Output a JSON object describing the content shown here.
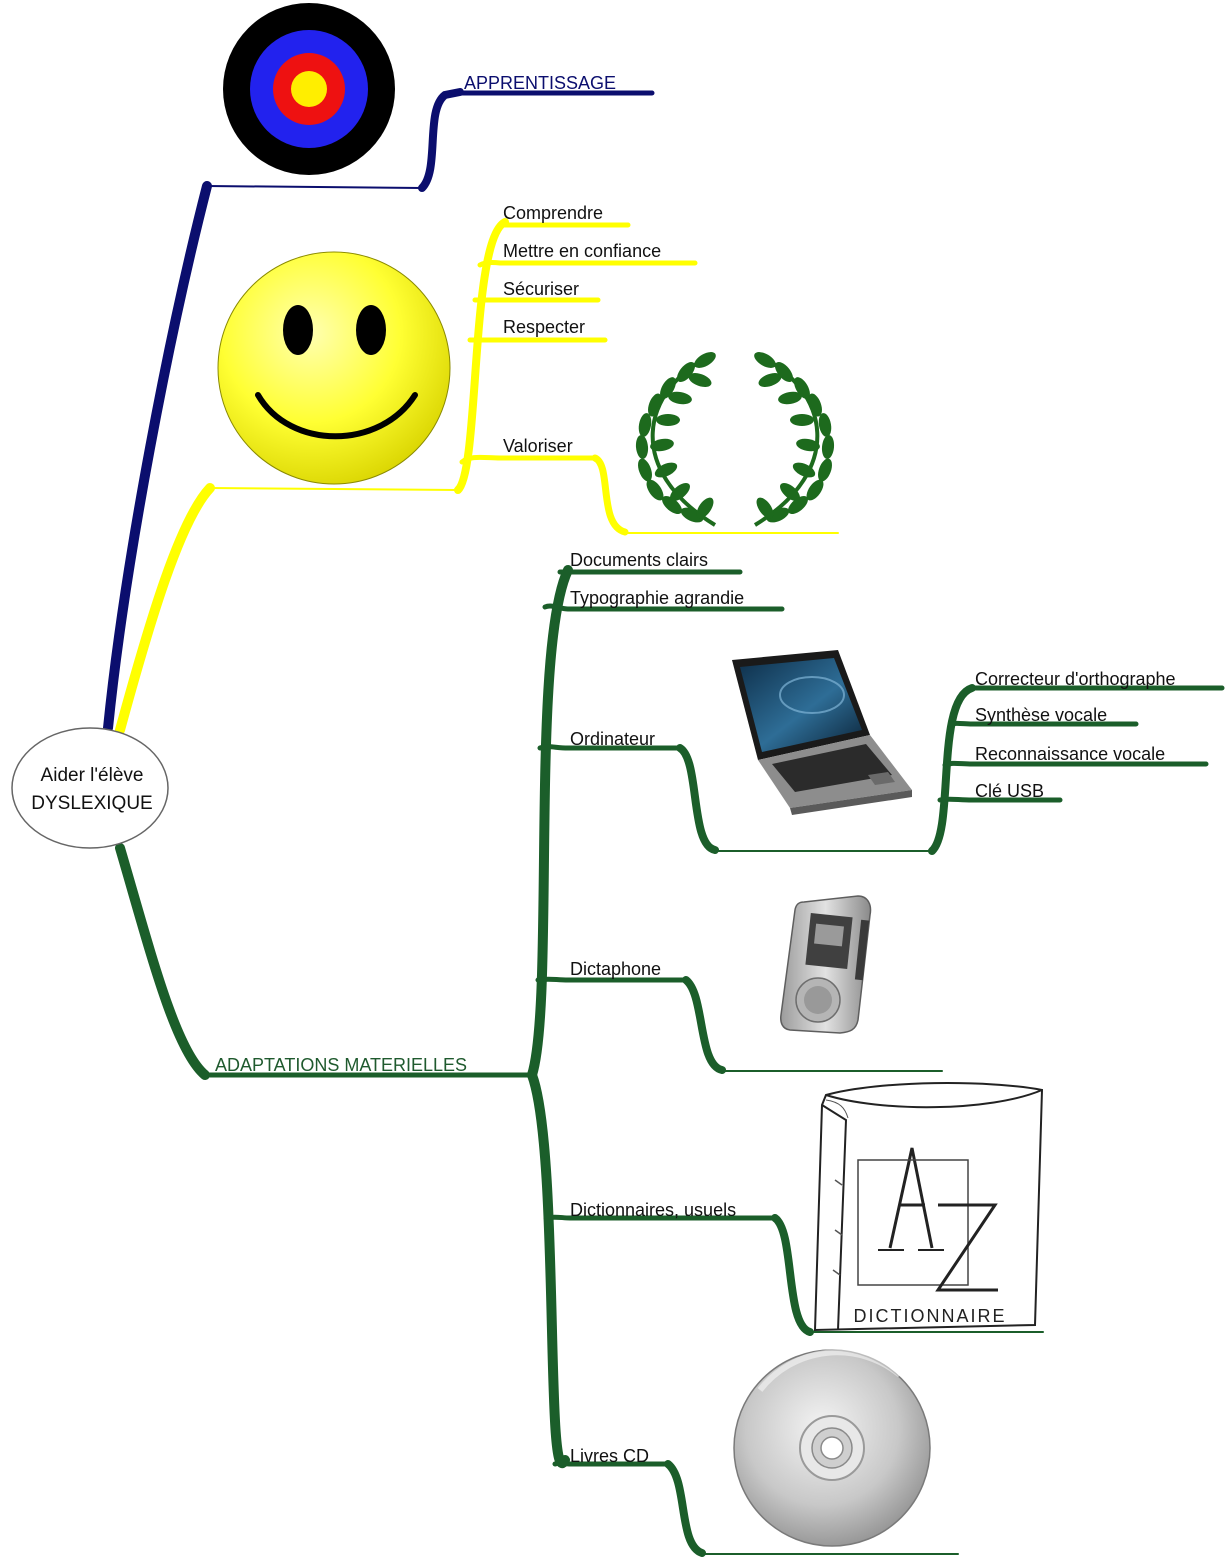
{
  "center": {
    "line1": "Aider l'élève",
    "line2": "DYSLEXIQUE"
  },
  "colors": {
    "navy": "#0b0e6e",
    "yellow": "#ffff00",
    "green": "#1b5e2a"
  },
  "branches": {
    "apprentissage": {
      "label": "APPRENTISSAGE",
      "icon": "target-icon"
    },
    "relation": {
      "icon": "smiley-icon",
      "items": [
        "Comprendre",
        "Mettre en confiance",
        "Sécuriser",
        "Respecter",
        "Valoriser"
      ],
      "valoriser_icon": "laurel-wreath-icon"
    },
    "adaptations": {
      "label": "ADAPTATIONS MATERIELLES",
      "items": [
        "Documents clairs",
        "Typographie agrandie",
        "Ordinateur",
        "Dictaphone",
        "Dictionnaires, usuels",
        "Livres CD"
      ],
      "ordinateur": {
        "icon": "laptop-icon",
        "items": [
          "Correcteur d'orthographe",
          "Synthèse vocale",
          "Reconnaissance vocale",
          "Clé USB"
        ]
      },
      "dictaphone_icon": "dictaphone-icon",
      "dictionnaire": {
        "icon": "dictionary-book-icon",
        "cover_text": "DICTIONNAIRE"
      },
      "livres_cd_icon": "cd-icon"
    }
  }
}
